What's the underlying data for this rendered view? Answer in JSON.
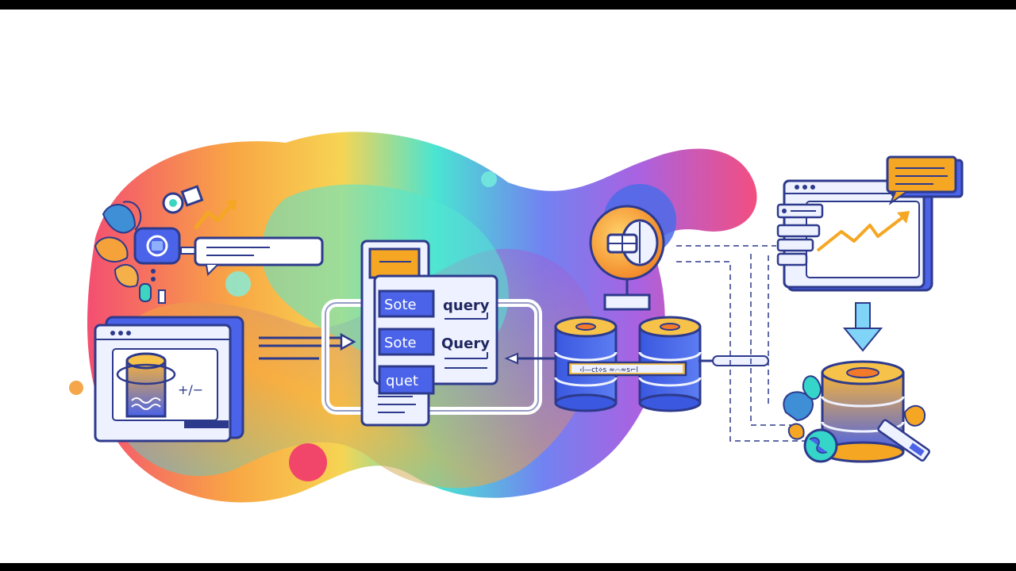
{
  "diagram": {
    "editor_symbol": "+/−",
    "query_rows": [
      {
        "chip": "Sote",
        "label": "query"
      },
      {
        "chip": "Sote",
        "label": "Query"
      },
      {
        "chip": "quet",
        "label": ""
      }
    ],
    "strip_text": "‹l—ct⟡s ≈⌒≈s⌐l"
  },
  "colors": {
    "outline": "#2d3a8c",
    "panel": "#eef1ff",
    "blue": "#4b64e6",
    "orange": "#f5a623",
    "teal": "#35d6c9"
  },
  "icons": [
    "chat-bubble-icon",
    "trend-arrow-icon",
    "gear-icon",
    "storage-drum-icon",
    "globe-icon",
    "key-icon",
    "database-icon"
  ]
}
